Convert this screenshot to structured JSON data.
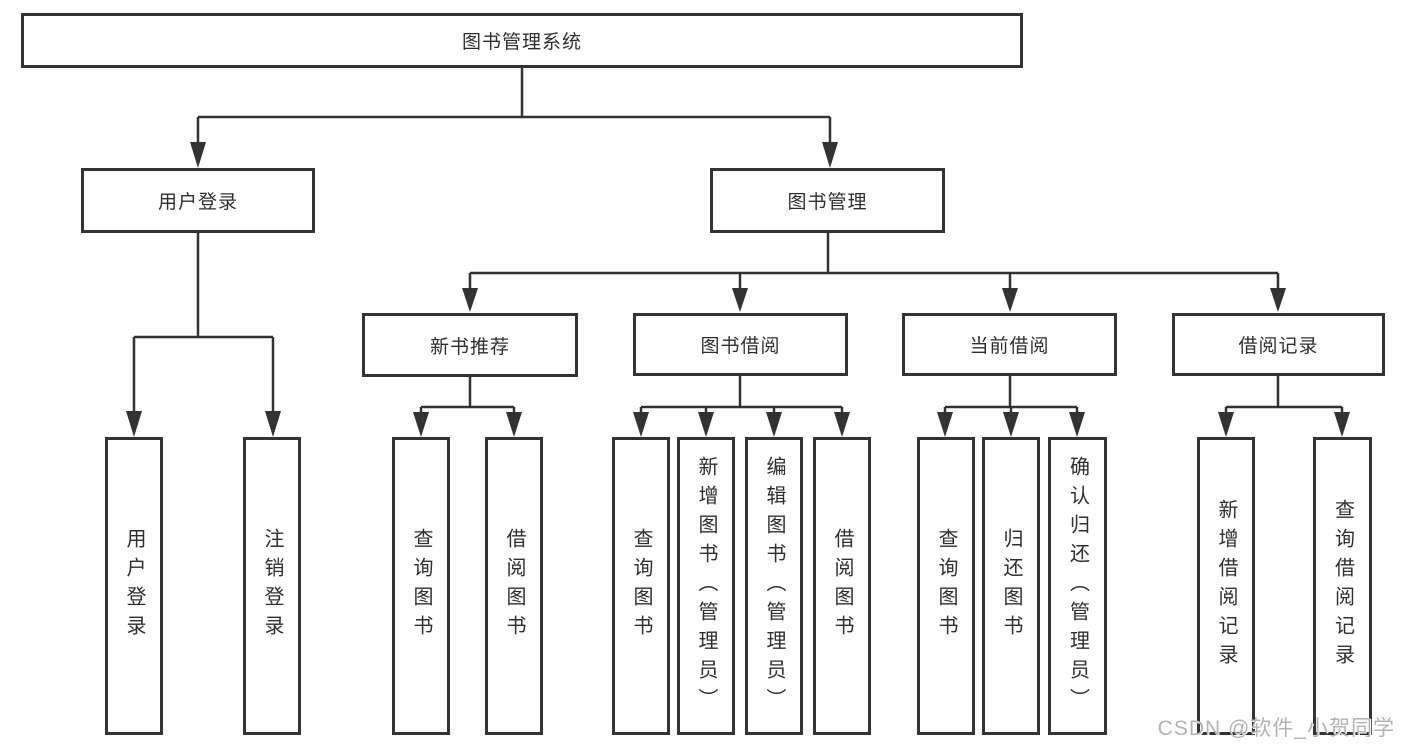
{
  "diagram": {
    "title_node": "图书管理系统",
    "level2": {
      "user_login": "用户登录",
      "book_mgmt": "图书管理"
    },
    "level3": {
      "new_book_rec": "新书推荐",
      "book_borrow": "图书借阅",
      "current_borrow": "当前借阅",
      "borrow_records": "借阅记录"
    },
    "leaves": {
      "user_login_action": "用户登录",
      "logout": "注销登录",
      "rec_query_books": "查询图书",
      "rec_borrow_books": "借阅图书",
      "bb_query_books": "查询图书",
      "bb_add_books": "新增图书（管理员）",
      "bb_edit_books": "编辑图书（管理员）",
      "bb_borrow_books": "借阅图书",
      "cb_query_books": "查询图书",
      "cb_return_books": "归还图书",
      "cb_confirm_return": "确认归还（管理员）",
      "br_add_record": "新增借阅记录",
      "br_query_record": "查询借阅记录"
    }
  },
  "watermark": "CSDN @软件_小贺同学",
  "colors": {
    "line": "#333333",
    "text": "#2f2f2f",
    "watermark": "#b3b3b3",
    "background": "#ffffff"
  }
}
